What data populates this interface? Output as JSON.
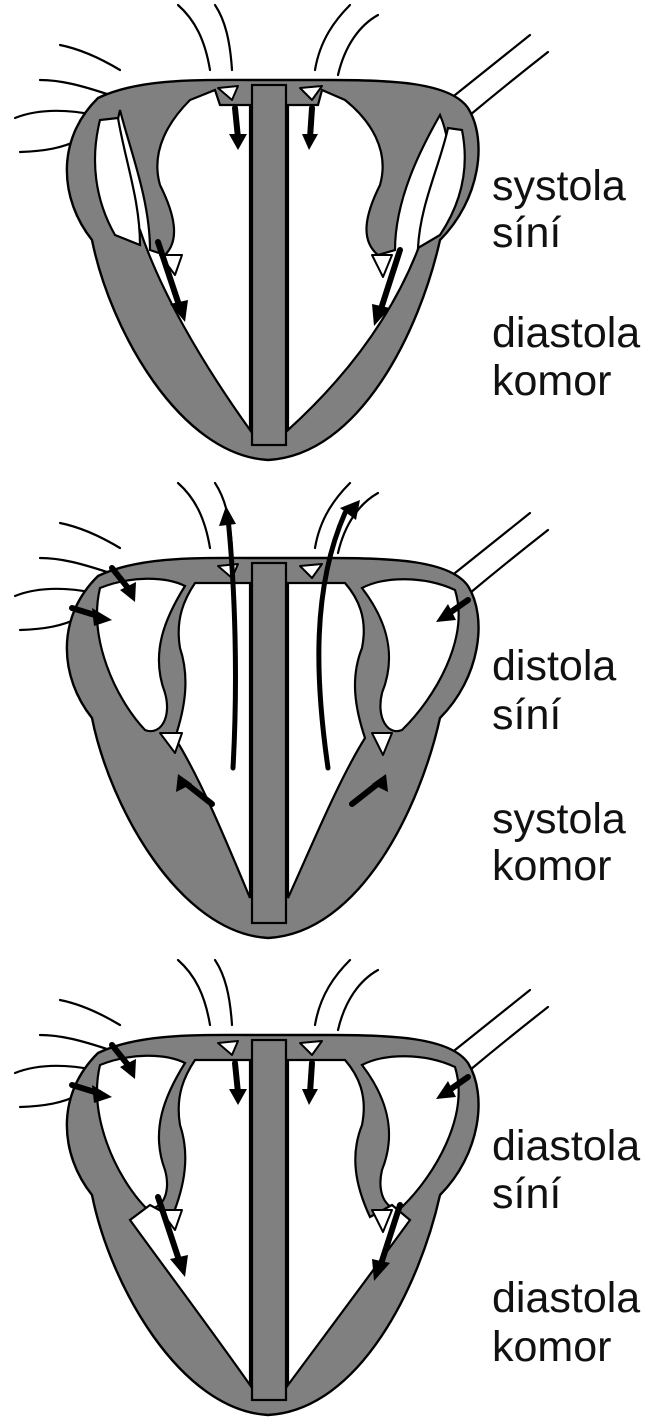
{
  "colors": {
    "muscle": "#808080",
    "outline": "#000000",
    "background": "#ffffff"
  },
  "panels": [
    {
      "line1": "systola",
      "line2": "síní",
      "line3": "diastola",
      "line4": "komor",
      "flow": "atria-to-ventricles"
    },
    {
      "line1": "distola",
      "line2": "síní",
      "line3": "systola",
      "line4": "komor",
      "flow": "ventricles-to-arteries"
    },
    {
      "line1": "diastola",
      "line2": "síní",
      "line3": "diastola",
      "line4": "komor",
      "flow": "veins-to-atria-to-ventricles"
    }
  ]
}
